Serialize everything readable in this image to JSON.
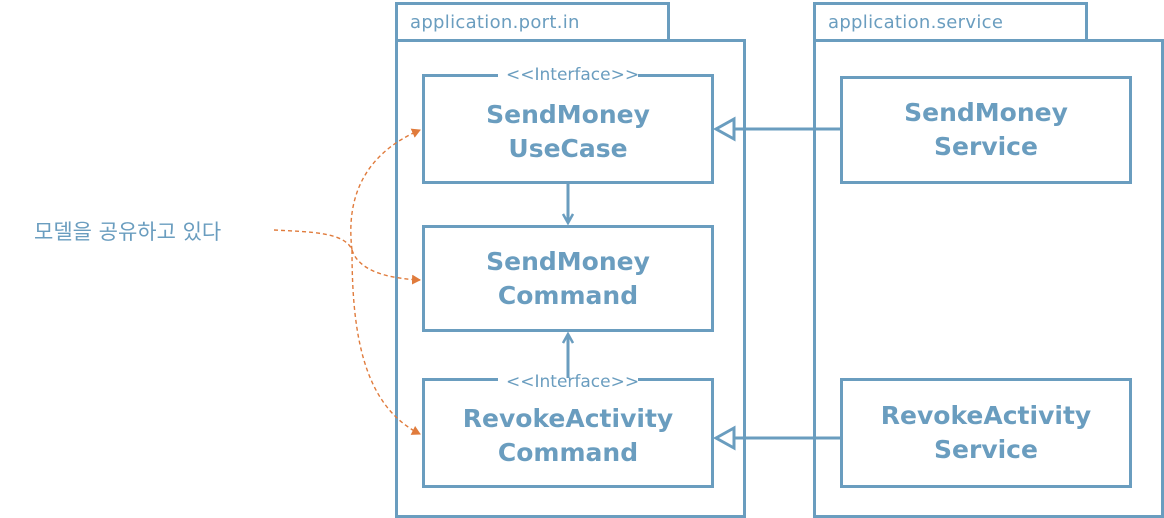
{
  "packages": {
    "port_in": {
      "name": "application.port.in"
    },
    "service": {
      "name": "application.service"
    }
  },
  "nodes": {
    "send_money_usecase": {
      "stereotype": "<<Interface>>",
      "line1": "SendMoney",
      "line2": "UseCase"
    },
    "send_money_command": {
      "line1": "SendMoney",
      "line2": "Command"
    },
    "revoke_activity_command": {
      "stereotype": "<<Interface>>",
      "line1": "RevokeActivity",
      "line2": "Command"
    },
    "send_money_service": {
      "line1": "SendMoney",
      "line2": "Service"
    },
    "revoke_activity_service": {
      "line1": "RevokeActivity",
      "line2": "Service"
    }
  },
  "annotation": {
    "text": "모델을 공유하고 있다"
  },
  "colors": {
    "primary": "#6a9dbf",
    "annotation_arrow": "#e07b3c",
    "background": "#ffffff"
  }
}
